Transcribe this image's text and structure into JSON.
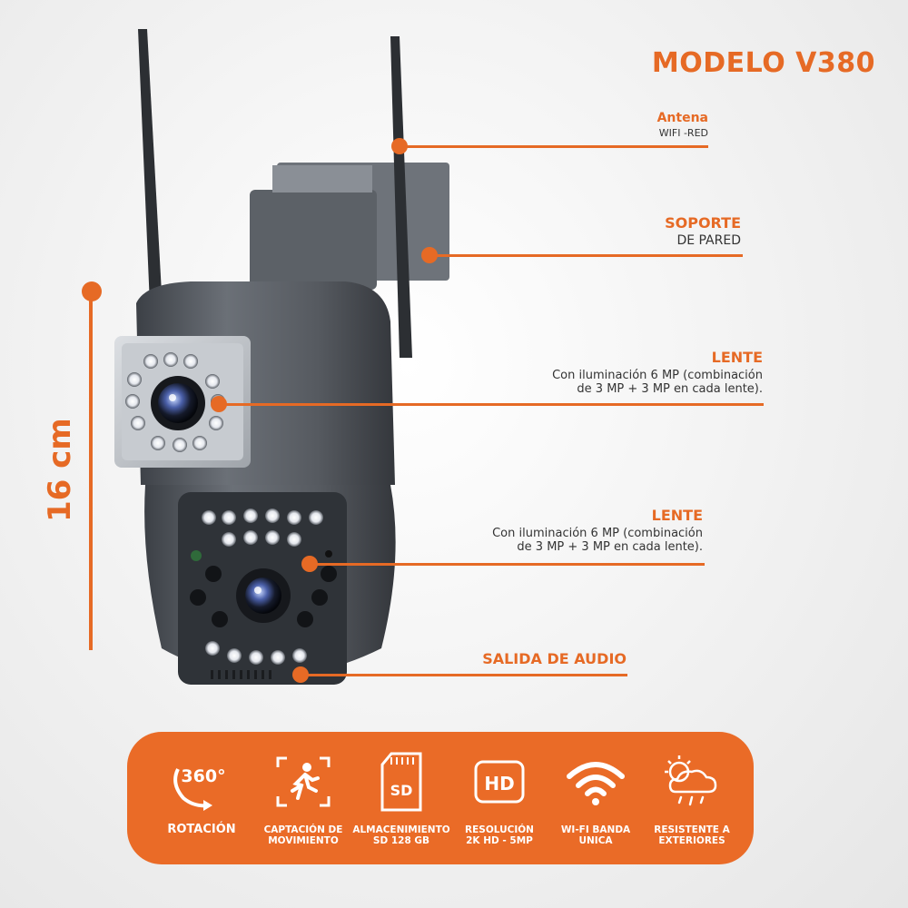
{
  "title": "MODELO V380",
  "dimension": {
    "label": "16 cm"
  },
  "callouts": {
    "antena": {
      "title": "Antena",
      "subtitle": "WIFI -RED"
    },
    "soporte": {
      "title": "SOPORTE",
      "subtitle": "DE PARED"
    },
    "lente1": {
      "title": "LENTE",
      "line1": "Con iluminación 6 MP (combinación",
      "line2": "de 3 MP + 3 MP en cada lente)."
    },
    "lente2": {
      "title": "LENTE",
      "line1": "Con iluminación 6 MP (combinación",
      "line2": "de 3 MP + 3 MP en cada lente)."
    },
    "audio": {
      "title": "SALIDA DE AUDIO"
    }
  },
  "features": [
    {
      "icon": "rotation-360-icon",
      "badge": "360°",
      "label": "ROTACIÓN"
    },
    {
      "icon": "motion-detection-icon",
      "label": "CAPTACIÓN DE\nMOVIMIENTO"
    },
    {
      "icon": "sd-card-icon",
      "badge": "SD",
      "label": "ALMACENIMIENTO\nSD 128 GB"
    },
    {
      "icon": "hd-icon",
      "badge": "HD",
      "label": "RESOLUCIÓN\n2K HD - 5MP"
    },
    {
      "icon": "wifi-icon",
      "label": "WI-FI BANDA\nUNICA"
    },
    {
      "icon": "weather-resistant-icon",
      "label": "RESISTENTE A\nEXTERIORES"
    }
  ],
  "colors": {
    "accent": "#e66a25",
    "band": "#ea6b27",
    "camera_body": "#555a60"
  }
}
